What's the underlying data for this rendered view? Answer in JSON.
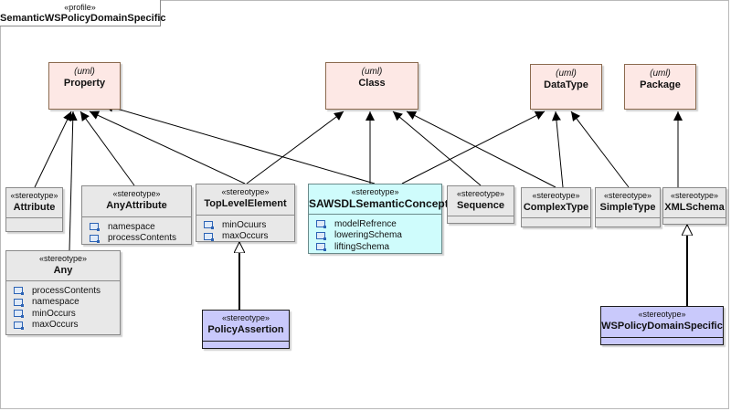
{
  "profile": {
    "stereotype": "«profile»",
    "name": "SemanticWSPolicyDomainSpecific"
  },
  "metaclasses": [
    {
      "id": "property",
      "stereotype": "(uml)",
      "name": "Property"
    },
    {
      "id": "class",
      "stereotype": "(uml)",
      "name": "Class"
    },
    {
      "id": "datatype",
      "stereotype": "(uml)",
      "name": "DataType"
    },
    {
      "id": "package",
      "stereotype": "(uml)",
      "name": "Package"
    }
  ],
  "stereotypes": [
    {
      "id": "attribute",
      "stereotype": "«stereotype»",
      "name": "Attribute",
      "attributes": []
    },
    {
      "id": "anyattribute",
      "stereotype": "«stereotype»",
      "name": "AnyAttribute",
      "attributes": [
        "namespace",
        "processContents"
      ]
    },
    {
      "id": "any",
      "stereotype": "«stereotype»",
      "name": "Any",
      "attributes": [
        "processContents",
        "namespace",
        "minOccurs",
        "maxOccurs"
      ]
    },
    {
      "id": "toplevelelement",
      "stereotype": "«stereotype»",
      "name": "TopLevelElement",
      "attributes": [
        "minOcuurs",
        "maxOccurs"
      ]
    },
    {
      "id": "sawsdl",
      "stereotype": "«stereotype»",
      "name": "SAWSDLSemanticConcept",
      "attributes": [
        "modelRefrence",
        "loweringSchema",
        "liftingSchema"
      ]
    },
    {
      "id": "sequence",
      "stereotype": "«stereotype»",
      "name": "Sequence",
      "attributes": []
    },
    {
      "id": "complextype",
      "stereotype": "«stereotype»",
      "name": "ComplexType",
      "attributes": []
    },
    {
      "id": "simpletype",
      "stereotype": "«stereotype»",
      "name": "SimpleType",
      "attributes": []
    },
    {
      "id": "xmlschema",
      "stereotype": "«stereotype»",
      "name": "XMLSchema",
      "attributes": []
    },
    {
      "id": "policyassertion",
      "stereotype": "«stereotype»",
      "name": "PolicyAssertion",
      "attributes": []
    },
    {
      "id": "wspolicy",
      "stereotype": "«stereotype»",
      "name": "WSPolicyDomainSpecific",
      "attributes": []
    }
  ],
  "extensions": [
    {
      "from": "attribute",
      "to": "property"
    },
    {
      "from": "anyattribute",
      "to": "property"
    },
    {
      "from": "any",
      "to": "property"
    },
    {
      "from": "toplevelelement",
      "to": "property"
    },
    {
      "from": "sawsdl",
      "to": "property"
    },
    {
      "from": "toplevelelement",
      "to": "class"
    },
    {
      "from": "sawsdl",
      "to": "class"
    },
    {
      "from": "sequence",
      "to": "class"
    },
    {
      "from": "complextype",
      "to": "class"
    },
    {
      "from": "sawsdl",
      "to": "datatype"
    },
    {
      "from": "complextype",
      "to": "datatype"
    },
    {
      "from": "simpletype",
      "to": "datatype"
    },
    {
      "from": "xmlschema",
      "to": "package"
    }
  ],
  "generalizations": [
    {
      "from": "policyassertion",
      "to": "toplevelelement"
    },
    {
      "from": "wspolicy",
      "to": "xmlschema"
    }
  ]
}
